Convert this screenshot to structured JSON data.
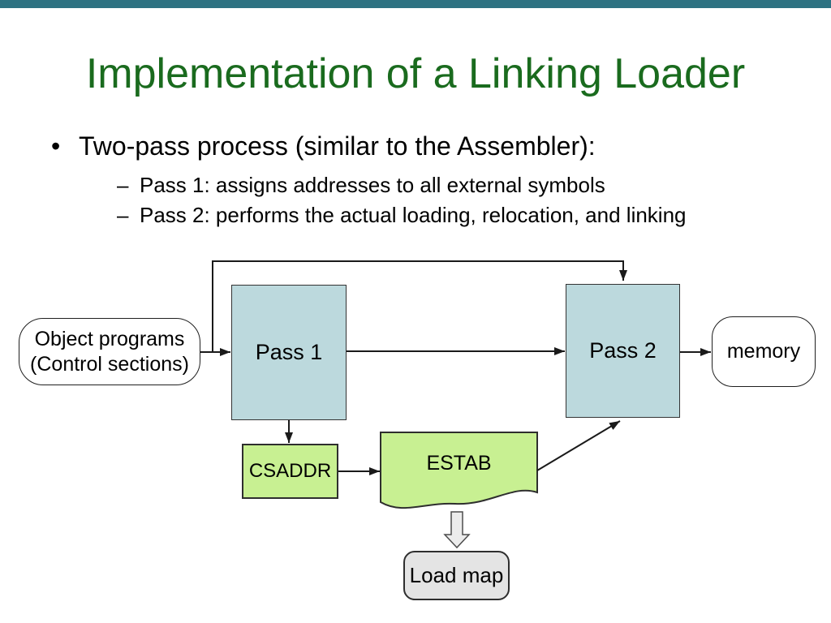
{
  "slide": {
    "title": "Implementation of a Linking Loader",
    "bullets": {
      "main": {
        "marker": "•",
        "text": "Two-pass process (similar to the Assembler):"
      },
      "sub": [
        {
          "marker": "–",
          "text": "Pass 1: assigns addresses to all external symbols"
        },
        {
          "marker": "–",
          "text": "Pass 2: performs the actual loading, relocation, and linking"
        }
      ]
    }
  },
  "diagram": {
    "nodes": {
      "object_programs": {
        "line1": "Object programs",
        "line2": "(Control sections)"
      },
      "pass1": {
        "label": "Pass 1"
      },
      "pass2": {
        "label": "Pass 2"
      },
      "memory": {
        "label": "memory"
      },
      "csaddr": {
        "label": "CSADDR"
      },
      "estab": {
        "label": "ESTAB"
      },
      "load_map": {
        "label": "Load map"
      }
    },
    "edges": [
      {
        "from": "object_programs",
        "to": "pass1"
      },
      {
        "from": "object_programs",
        "to": "pass2"
      },
      {
        "from": "pass1",
        "to": "pass2"
      },
      {
        "from": "pass2",
        "to": "memory"
      },
      {
        "from": "pass1",
        "to": "csaddr"
      },
      {
        "from": "csaddr",
        "to": "estab"
      },
      {
        "from": "estab",
        "to": "pass2"
      },
      {
        "from": "estab",
        "to": "load_map"
      }
    ]
  },
  "colors": {
    "top_bar": "#2e7282",
    "title_green": "#1a6b1e",
    "process_box_blue": "#bcd9dd",
    "data_box_green": "#c8f092",
    "output_box_gray": "#e4e4e4",
    "line_black": "#1a1a1a",
    "background": "#ffffff"
  }
}
